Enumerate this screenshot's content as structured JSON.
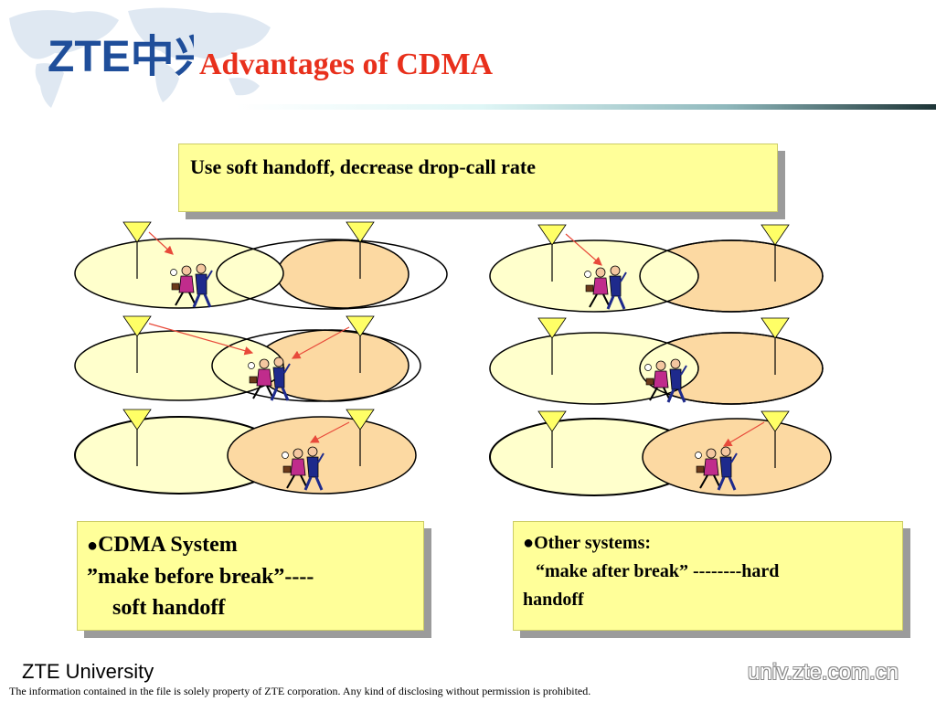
{
  "header": {
    "logo_text": "ZTE中兴",
    "title": "Advantages of CDMA"
  },
  "top_box": {
    "text": "Use soft handoff, decrease drop-call rate"
  },
  "cdma_box": {
    "line1": "CDMA System",
    "line2": "”make before break”----",
    "line3": "soft handoff"
  },
  "other_box": {
    "line1": "Other systems:",
    "line2": "“make after break” --------hard",
    "line3": "handoff"
  },
  "footer": {
    "university": "ZTE University",
    "url": "univ.zte.com.cn",
    "disclaimer": "The information contained in the file is solely property of ZTE corporation. Any kind of disclosing without permission is prohibited."
  },
  "colors": {
    "title": "#e8301c",
    "cell_left": "#ffffcc",
    "cell_right": "#fcd9a2",
    "box_fill": "#ffff99",
    "link_arrow": "#e84a3a",
    "antenna": "#ffff66",
    "logo": "#1f4e9a"
  },
  "icons": [
    "world-map-icon",
    "zte-logo-icon",
    "antenna-icon",
    "walking-people-icon",
    "signal-arrow-icon"
  ]
}
